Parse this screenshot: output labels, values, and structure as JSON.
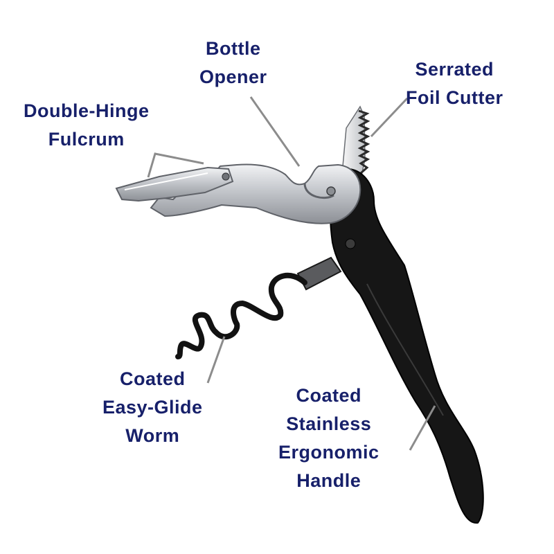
{
  "colors": {
    "label_text": "#17206a",
    "leader_line": "#8c8c8c",
    "handle_black": "#161616",
    "metal_steel": "#c9ccd0",
    "metal_outline": "#6a6d72"
  },
  "callouts": {
    "bottle_opener": {
      "line1": "Bottle",
      "line2": "Opener"
    },
    "foil_cutter": {
      "line1": "Serrated",
      "line2": "Foil Cutter"
    },
    "fulcrum": {
      "line1": "Double-Hinge",
      "line2": "Fulcrum"
    },
    "worm": {
      "line1": "Coated",
      "line2": "Easy-Glide",
      "line3": "Worm"
    },
    "handle": {
      "line1": "Coated",
      "line2": "Stainless",
      "line3": "Ergonomic",
      "line4": "Handle"
    }
  }
}
